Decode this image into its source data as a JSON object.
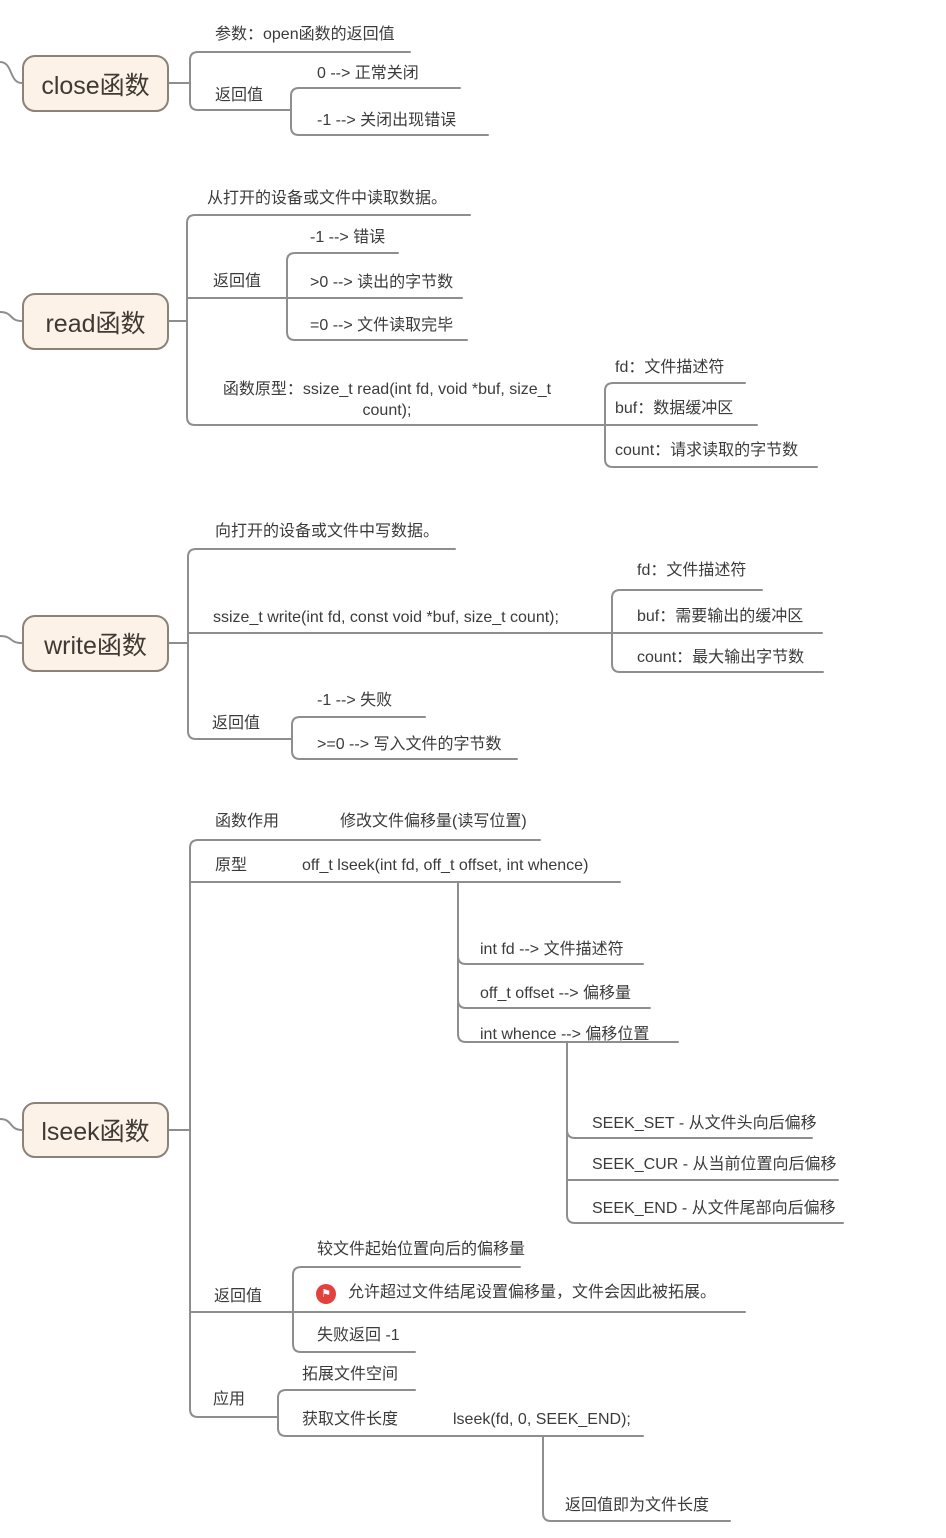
{
  "colors": {
    "node_fill": "#fcf2e8",
    "node_border": "#8b8377",
    "line": "#8e8e8e",
    "text": "#3b3b3b",
    "flag_red": "#e2413d"
  },
  "icons": {
    "flag": "⚑"
  },
  "close_fn": {
    "title": "close函数",
    "param": "参数：open函数的返回值",
    "retval_label": "返回值",
    "ret_ok": "0 --> 正常关闭",
    "ret_err": "-1 --> 关闭出现错误"
  },
  "read_fn": {
    "title": "read函数",
    "desc": "从打开的设备或文件中读取数据。",
    "retval_label": "返回值",
    "ret_err": "-1 --> 错误",
    "ret_pos": ">0 --> 读出的字节数",
    "ret_zero": "=0 --> 文件读取完毕",
    "prototype": "函数原型：ssize_t read(int fd, void *buf, size_t count);",
    "param_fd": "fd：文件描述符",
    "param_buf": "buf：数据缓冲区",
    "param_count": "count：请求读取的字节数"
  },
  "write_fn": {
    "title": "write函数",
    "desc": "向打开的设备或文件中写数据。",
    "prototype": "ssize_t write(int fd, const void *buf, size_t count);",
    "param_fd": "fd：文件描述符",
    "param_buf": "buf：需要输出的缓冲区",
    "param_count": "count：最大输出字节数",
    "retval_label": "返回值",
    "ret_err": "-1 --> 失败",
    "ret_ok": ">=0 --> 写入文件的字节数"
  },
  "lseek_fn": {
    "title": "lseek函数",
    "purpose_label": "函数作用",
    "purpose": "修改文件偏移量(读写位置)",
    "proto_label": "原型",
    "prototype": "off_t lseek(int fd, off_t offset, int whence)",
    "param_fd": "int fd --> 文件描述符",
    "param_offset": "off_t offset --> 偏移量",
    "param_whence": "int whence --> 偏移位置",
    "seek_set": "SEEK_SET - 从文件头向后偏移",
    "seek_cur": "SEEK_CUR - 从当前位置向后偏移",
    "seek_end": "SEEK_END - 从文件尾部向后偏移",
    "retval_label": "返回值",
    "ret_offset": "较文件起始位置向后的偏移量",
    "ret_note": "允许超过文件结尾设置偏移量，文件会因此被拓展。",
    "ret_fail": "失败返回 -1",
    "apply_label": "应用",
    "apply_expand": "拓展文件空间",
    "apply_get_length": "获取文件长度",
    "apply_code": "lseek(fd, 0, SEEK_END);",
    "apply_result": "返回值即为文件长度"
  }
}
